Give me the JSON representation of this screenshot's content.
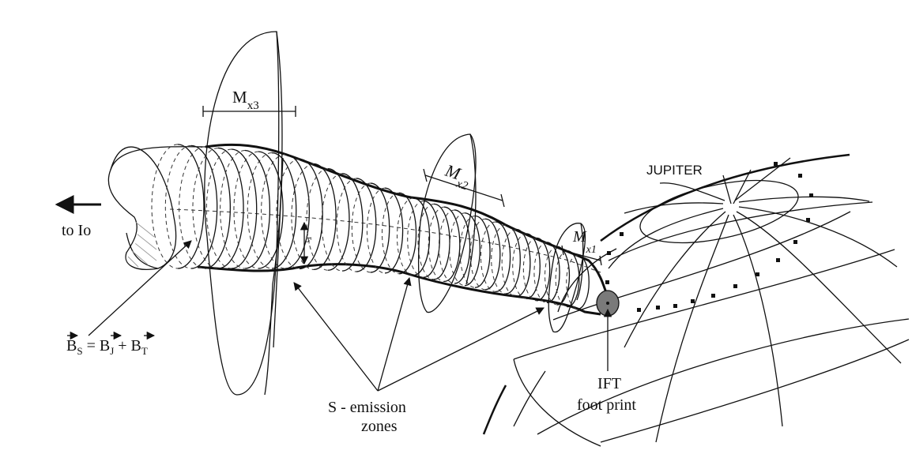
{
  "figure": {
    "labels": {
      "to_io": "to Io",
      "jupiter": "JUPITER",
      "mx3_main": "M",
      "mx3_sub": "x3",
      "mx2_main": "M",
      "mx2_sub": "x2",
      "mx1_main": "M",
      "mx1_sub": "x1",
      "rt_main": "r",
      "rt_sub": "T",
      "equation": {
        "b_s": "B",
        "b_s_sub": "S",
        "eq": " = ",
        "b_j": "B",
        "b_j_sub": "J",
        "plus": " + ",
        "b_t": "B",
        "b_t_sub": "T"
      },
      "emission_line1": "S - emission",
      "emission_line2": "zones",
      "ift_line1": "IFT",
      "ift_line2": "foot print"
    },
    "colors": {
      "ink": "#111111",
      "footprint_fill": "#7a7a7a",
      "hatch": "#999999"
    }
  }
}
